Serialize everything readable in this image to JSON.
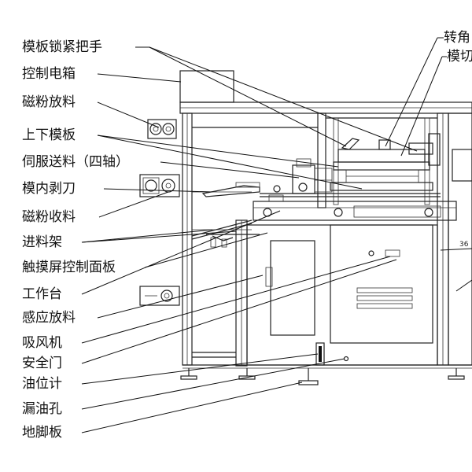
{
  "labels": {
    "l1": "模板锁紧把手",
    "l2": "控制电箱",
    "l3": "磁粉放料",
    "l4": "上下模板",
    "l5": "伺服送料（四轴）",
    "l6": "模内剥刀",
    "l7": "磁粉收料",
    "l8": "进料架",
    "l9": "触摸屏控制面板",
    "l10": "工作台",
    "l11": "感应放料",
    "l12": "吸风机",
    "l13": "安全门",
    "l14": "油位计",
    "l15": "漏油孔",
    "l16": "地脚板"
  },
  "right_labels": {
    "r1": "转角",
    "r2": "模切"
  },
  "small_marks": {
    "m1": "36"
  }
}
